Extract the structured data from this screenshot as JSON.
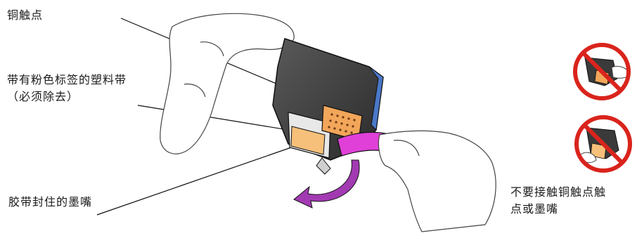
{
  "labels": {
    "copper_contacts": "铜触点",
    "plastic_tape": "带有粉色标签的塑料带",
    "plastic_tape_note": "（必须除去）",
    "tape_sealed_nozzles": "胶带封住的墨嘴",
    "warning": "不要接触铜触点触点或墨嘴"
  },
  "icons": {
    "cartridge": "print-cartridge-icon",
    "hand": "hand-icon",
    "pull_arrow": "curved-arrow-icon",
    "prohibited": "no-touch-icon"
  },
  "colors": {
    "tape": "#e040d8",
    "contacts": "#f2a65a",
    "arrow": "#a23ab2",
    "prohibit": "#d9241c"
  }
}
